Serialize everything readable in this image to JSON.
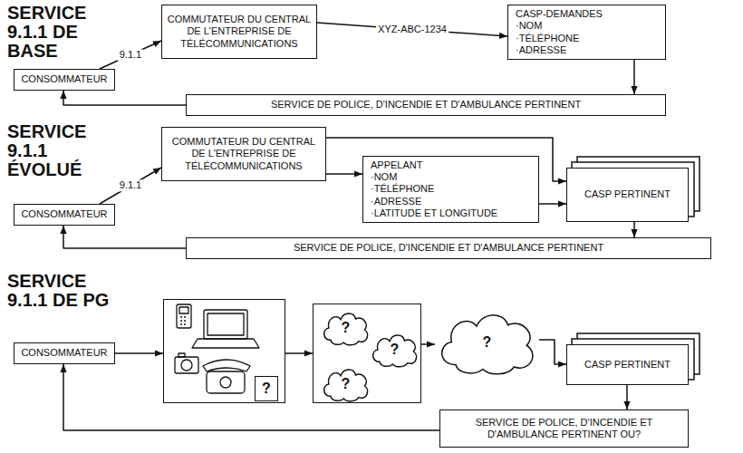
{
  "diagram": {
    "nodes": [
      {
        "text": [
          "CONSOMMATEUR"
        ]
      },
      {
        "text": [
          "COMMUTATEUR DU CENTRAL DE L'ENTREPRISE DE TÉLÉCOMMUNICATIONS"
        ]
      },
      {
        "text": [
          "CASP-DEMANDES",
          "·NOM",
          "·TÉLÉPHONE",
          "·ADRESSE"
        ]
      },
      {
        "text": [
          "SERVICE DE POLICE, D'INCENDIE ET D'AMBULANCE PERTINENT"
        ]
      },
      {
        "text": [
          "CONSOMMATEUR"
        ]
      },
      {
        "text": [
          "COMMUTATEUR DU CENTRAL DE L'ENTREPRISE DE TÉLÉCOMMUNICATIONS"
        ]
      },
      {
        "text": [
          "APPELANT",
          "·NOM",
          "·TÉLÉPHONE",
          "·ADRESSE",
          "·LATITUDE ET LONGITUDE"
        ]
      },
      {
        "text": [
          "CASP PERTINENT"
        ]
      },
      {
        "text": [
          "SERVICE DE POLICE, D'INCENDIE ET D'AMBULANCE PERTINENT"
        ]
      },
      {
        "text": [
          "CONSOMMATEUR"
        ]
      },
      {
        "text": []
      },
      {
        "text": [
          "?"
        ],
        "in": 10
      },
      {
        "text": []
      },
      {
        "text": [
          "?"
        ],
        "in": 12
      },
      {
        "text": [
          "?"
        ],
        "in": 12
      },
      {
        "text": [
          "?"
        ],
        "in": 12
      },
      {
        "text": [
          "?"
        ]
      },
      {
        "text": [
          "CASP PERTINENT"
        ]
      },
      {
        "text": [
          "SERVICE DE POLICE, D'INCENDIE ET D'AMBULANCE PERTINENT OU?"
        ]
      }
    ],
    "edges": [
      {
        "from": 0,
        "to": 1,
        "label": "9.1.1",
        "arrow": "to"
      },
      {
        "from": 1,
        "to": 2,
        "label": "XYZ-ABC-1234",
        "arrow": "to"
      },
      {
        "from": 2,
        "to": 3,
        "arrow": "to"
      },
      {
        "from": 3,
        "to": 0,
        "arrow": "to"
      },
      {
        "from": 4,
        "to": 5,
        "label": "9.1.1",
        "arrow": "to"
      },
      {
        "from": 5,
        "to": 6,
        "arrow": "to"
      },
      {
        "from": 5,
        "to": 7,
        "arrow": "to"
      },
      {
        "from": 6,
        "to": 7,
        "arrow": "to"
      },
      {
        "from": 7,
        "to": 8,
        "arrow": "to"
      },
      {
        "from": 8,
        "to": 4,
        "arrow": "to"
      },
      {
        "from": 9,
        "to": 10,
        "arrow": "to"
      },
      {
        "from": 10,
        "to": 12,
        "arrow": "to"
      },
      {
        "from": 12,
        "to": 16,
        "arrow": "to"
      },
      {
        "from": 16,
        "to": 17,
        "arrow": "to"
      },
      {
        "from": 17,
        "to": 18,
        "arrow": "to"
      },
      {
        "from": 18,
        "to": 9,
        "arrow": "to"
      }
    ],
    "labels": [
      "SERVICE 9.1.1 DE BASE",
      "SERVICE 9.1.1 ÉVOLUÉ",
      "SERVICE 9.1.1 DE PG"
    ]
  }
}
